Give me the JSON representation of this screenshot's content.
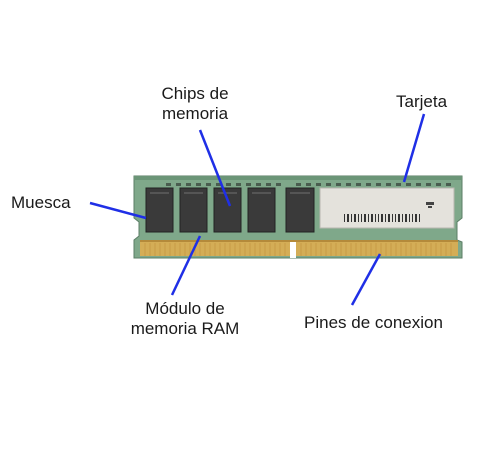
{
  "labels": {
    "chips": [
      "Chips de",
      "memoria"
    ],
    "tarjeta": "Tarjeta",
    "muesca": "Muesca",
    "modulo": [
      "Módulo de",
      "memoria RAM"
    ],
    "pines": "Pines de conexion"
  },
  "colors": {
    "pointer": "#1f2fe6",
    "pcb": "#7fa88a",
    "chip": "#3a3a3a",
    "sticker": "#e4e2dc",
    "pins": "#d4ad56"
  }
}
